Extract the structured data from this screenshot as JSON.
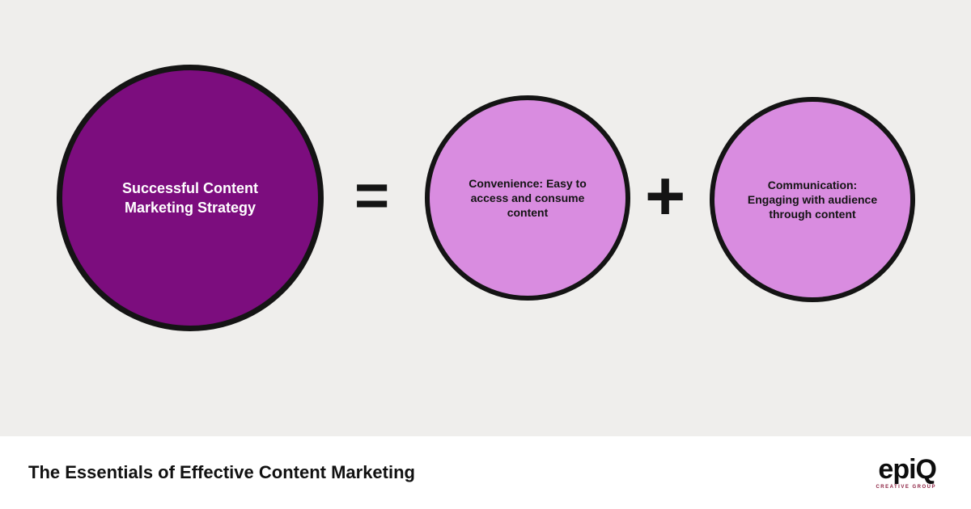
{
  "canvas": {
    "background_color": "#efeeec",
    "footer_background_color": "#ffffff"
  },
  "diagram": {
    "result_circle": {
      "label": "Successful Content Marketing Strategy",
      "fill": "#7c0d7e",
      "text_color": "#ffffff",
      "border_color": "#141414"
    },
    "equals_sign": "=",
    "plus_sign": "+",
    "operand_circles": [
      {
        "label": "Convenience: Easy to access and consume content",
        "fill": "#d98ce0",
        "text_color": "#141414",
        "border_color": "#141414"
      },
      {
        "label": "Communication: Engaging with audience through content",
        "fill": "#d98ce0",
        "text_color": "#141414",
        "border_color": "#141414"
      }
    ]
  },
  "footer": {
    "title": "The Essentials of Effective Content Marketing",
    "logo_text": "epiQ",
    "logo_subtext": "CREATIVE GROUP"
  }
}
